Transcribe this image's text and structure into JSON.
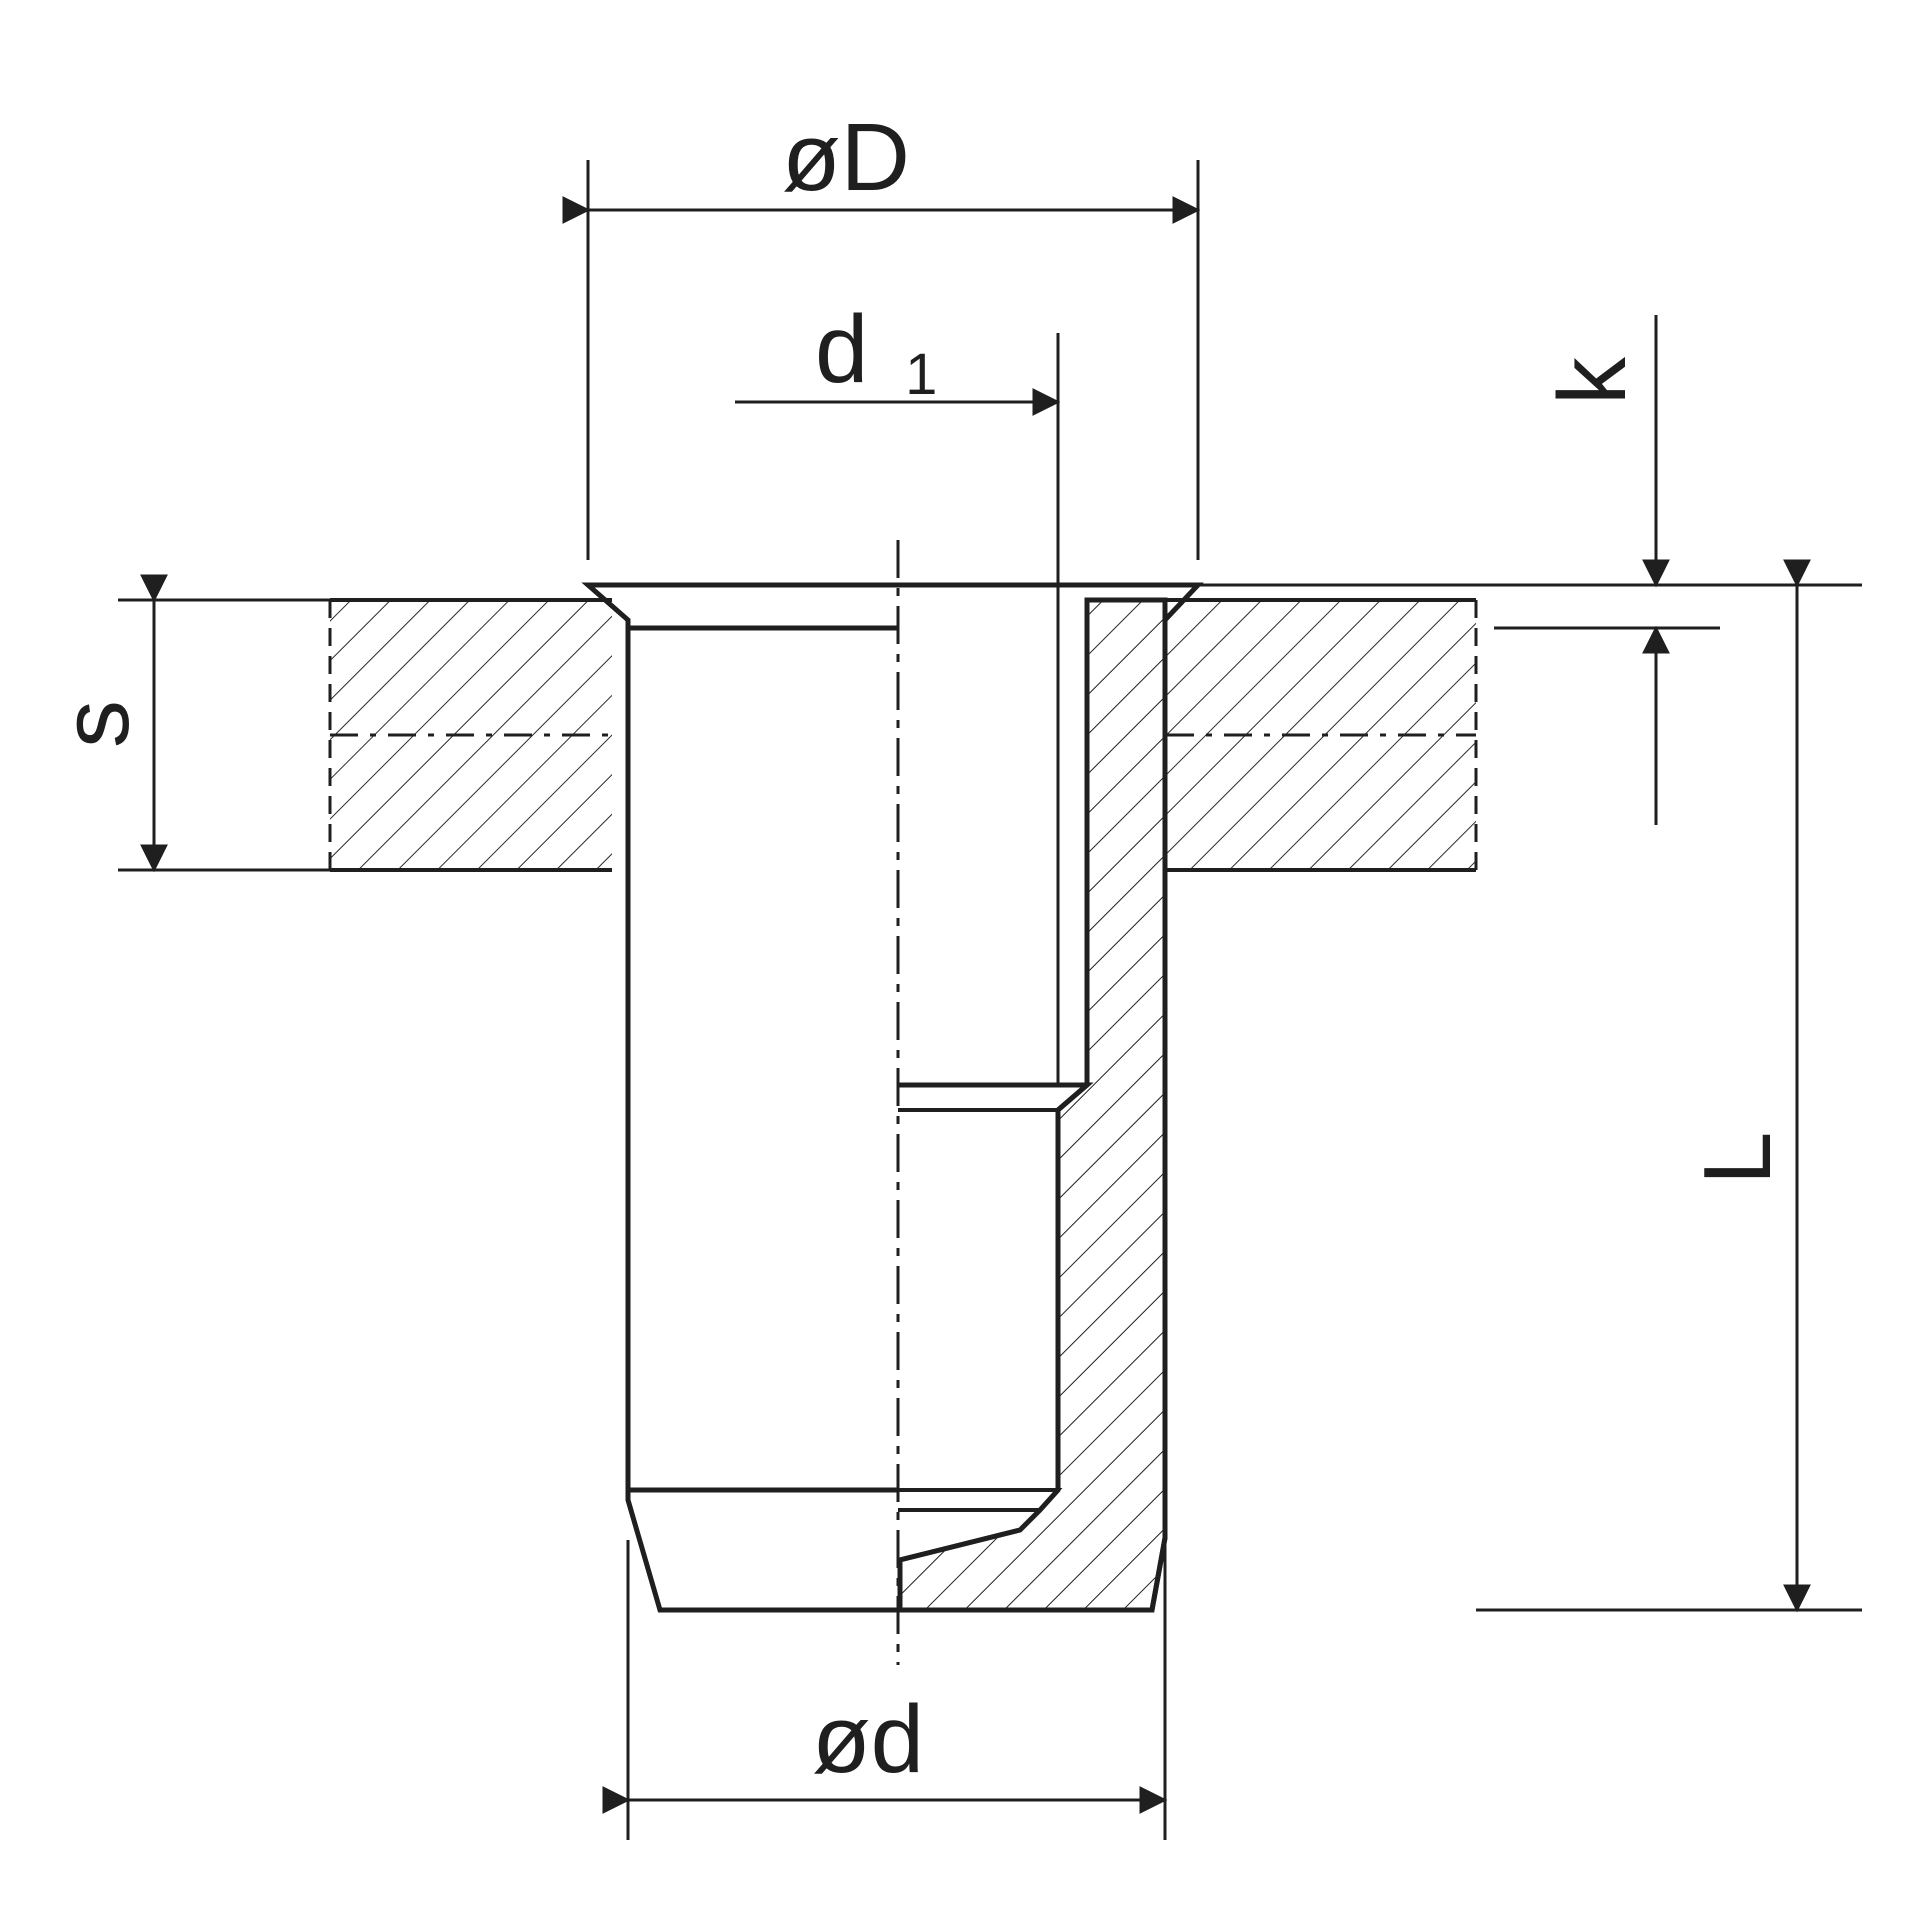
{
  "diagram": {
    "colors": {
      "ink": "#1f1f1f",
      "background": "#ffffff"
    },
    "labels": {
      "outer_diameter": "øD",
      "inner_diameter_main": "d",
      "inner_diameter_sub": "1",
      "head_height": "k",
      "grip_thickness": "s",
      "length": "L",
      "shank_diameter": "ød"
    }
  }
}
